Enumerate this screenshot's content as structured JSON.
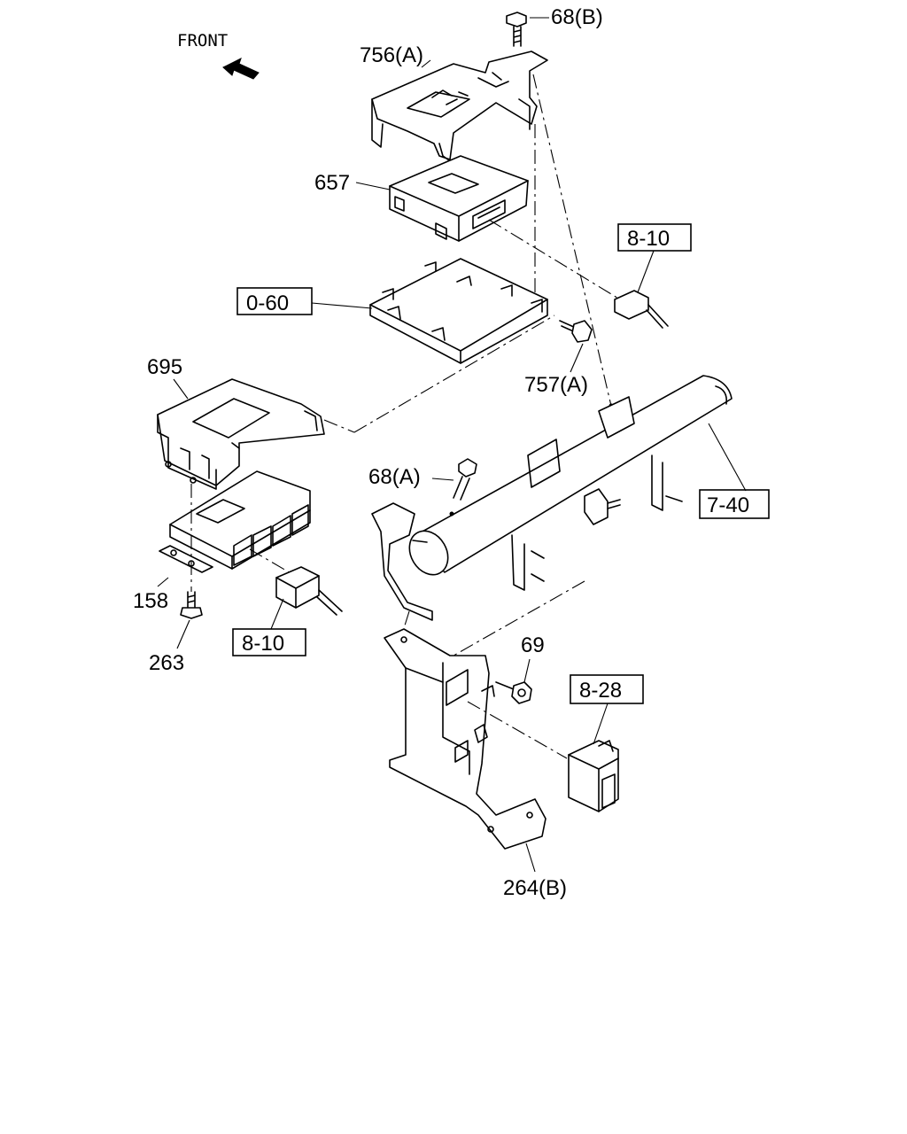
{
  "front_label": "FRONT",
  "callouts": {
    "p68b": "68(B)",
    "p756a": "756(A)",
    "p657": "657",
    "ref810_top": "8-10",
    "ref060": "0-60",
    "p757a": "757(A)",
    "p695": "695",
    "p68a": "68(A)",
    "ref740": "7-40",
    "p158": "158",
    "p263": "263",
    "ref810_bottom": "8-10",
    "p69": "69",
    "ref828": "8-28",
    "p264b": "264(B)"
  }
}
